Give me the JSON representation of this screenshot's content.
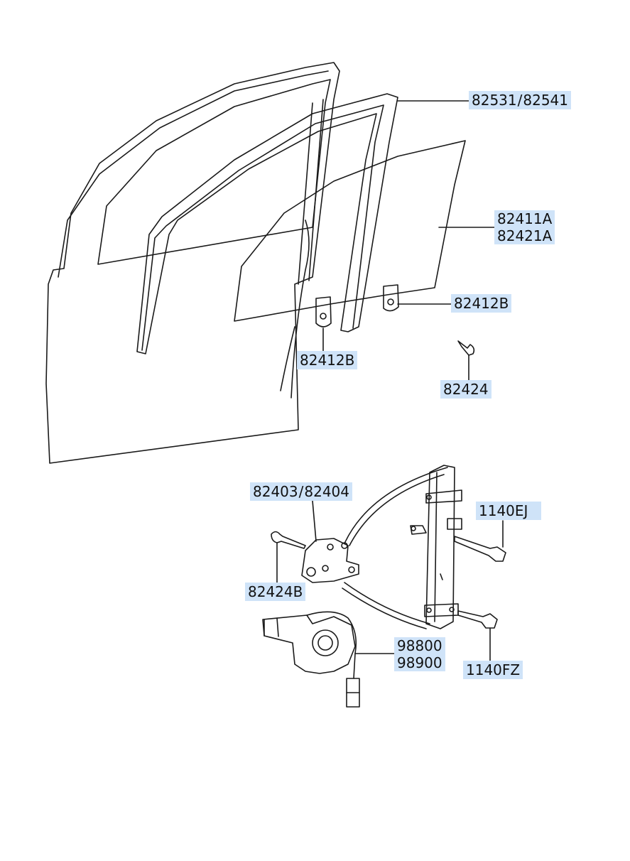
{
  "labels": {
    "l_82531_82541": {
      "a": "82531",
      "sep": "/",
      "b": "82541"
    },
    "l_82411A": {
      "a": "82411A",
      "b": "82421A"
    },
    "l_82412B_right": "82412B",
    "l_82412B_bottom": "82412B",
    "l_82424": "82424",
    "l_82403_82404": {
      "a": "82403",
      "sep": "/",
      "b": "82404"
    },
    "l_1140EJ": "1140EJ",
    "l_82424B": "82424B",
    "l_98800": {
      "a": "98800",
      "b": "98900"
    },
    "l_1140FZ": "1140FZ"
  },
  "colors": {
    "line": "#1a1a1a",
    "label_bg": "#cfe3f8"
  }
}
